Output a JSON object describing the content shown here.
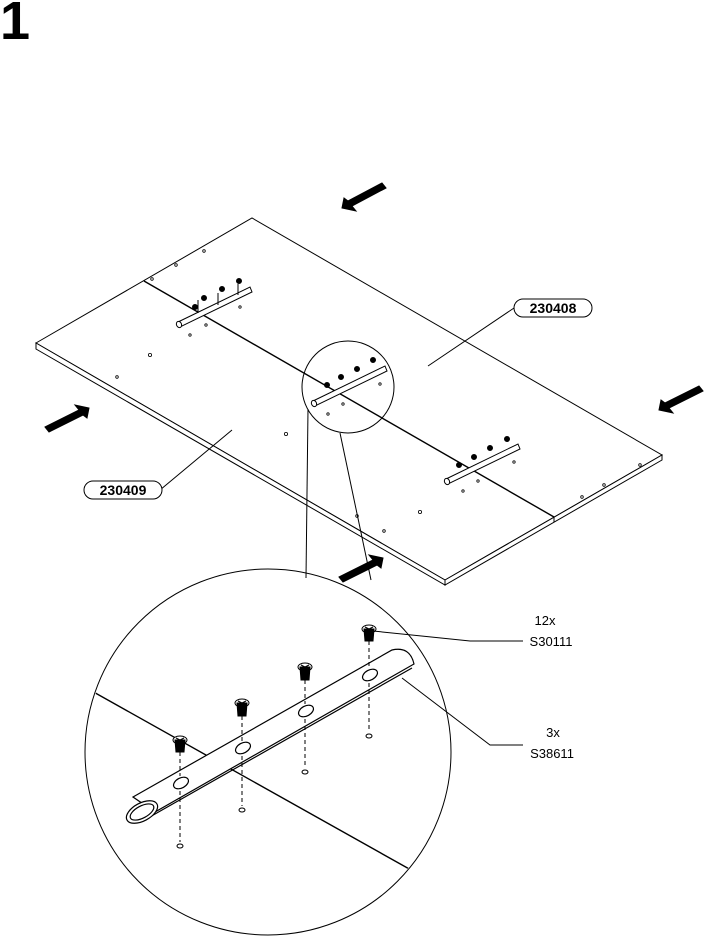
{
  "step": {
    "number": "1"
  },
  "parts": {
    "panel_right": "230408",
    "panel_left": "230409"
  },
  "hardware": [
    {
      "qty": "12x",
      "code": "S30111"
    },
    {
      "qty": "3x",
      "code": "S38611"
    }
  ],
  "colors": {
    "line": "#000000",
    "arrow": "#000000",
    "background": "#ffffff"
  }
}
